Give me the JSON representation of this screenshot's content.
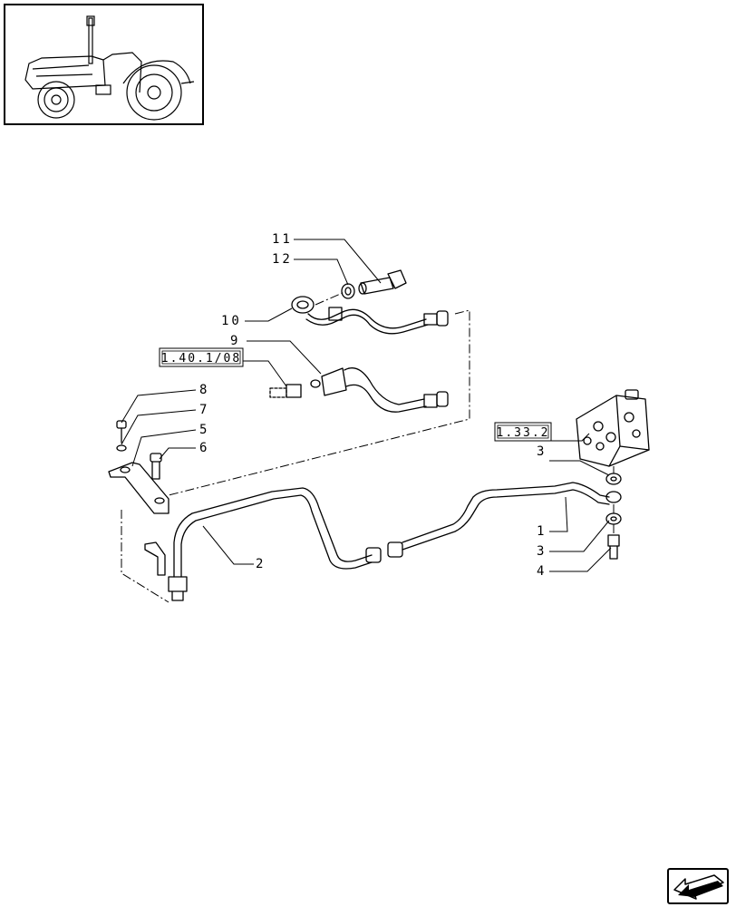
{
  "thumbnail": {
    "icon": "tractor-icon"
  },
  "references": [
    "1.40.1/08",
    "1.33.2"
  ],
  "callouts": [
    "11",
    "12",
    "10",
    "9",
    "8",
    "7",
    "5",
    "6",
    "3",
    "1",
    "3",
    "4",
    "2"
  ],
  "nav": {
    "icon": "next-page-arrow-icon"
  }
}
